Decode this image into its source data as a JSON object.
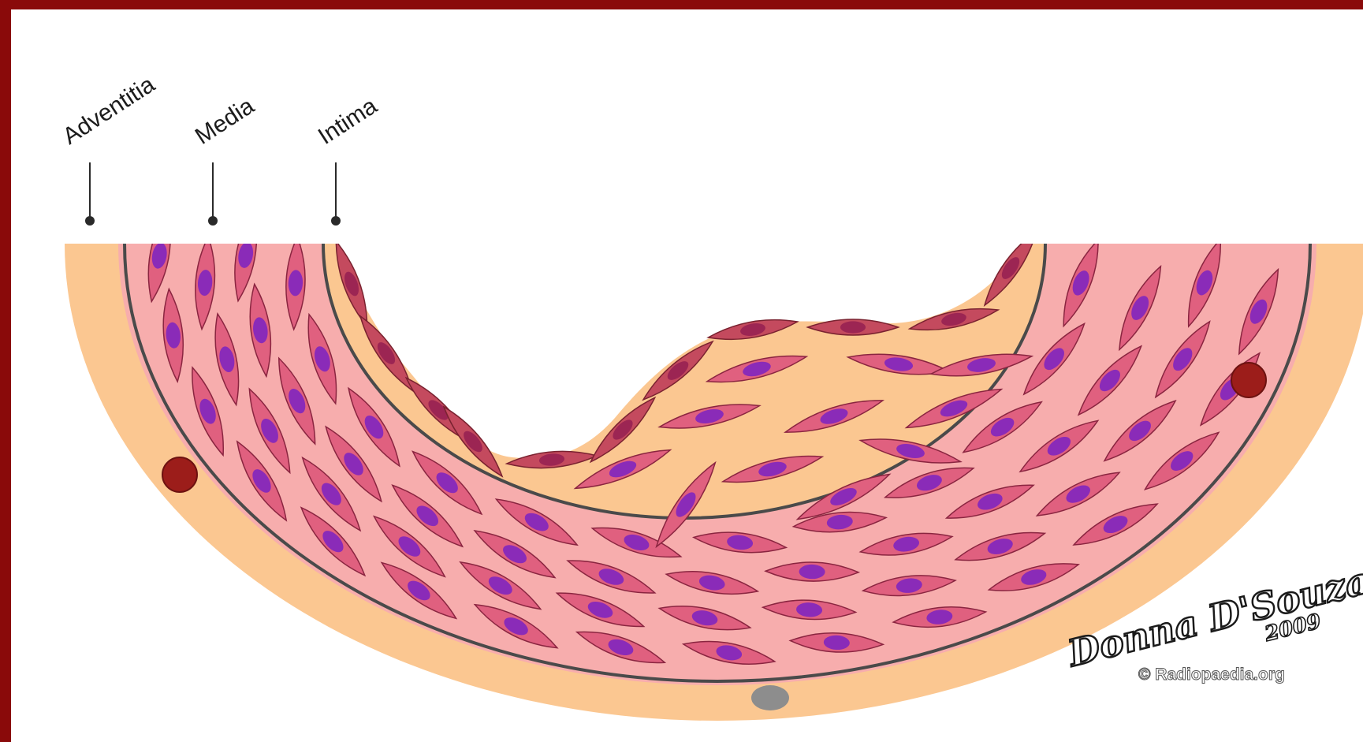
{
  "labels": {
    "adventitia": "Adventitia",
    "media": "Media",
    "intima": "Intima"
  },
  "signature": {
    "author": "Donna D'Souza",
    "year": "2009",
    "copyright": "© Radiopaedia.org"
  },
  "colors": {
    "frame": "#8a0a0a",
    "adventitia": "#fbc791",
    "media": "#f7adad",
    "intima": "#fbc791",
    "membrane": "#4a4a4a",
    "cell": "#e0607f",
    "cell_outline": "#8a2540",
    "nucleus": "#8a2bb8",
    "endothelium": "#c44a5e",
    "endothelium_nucleus": "#9c2553",
    "vessel": "#9c1d1a",
    "gray_dot": "#8d8d8d"
  }
}
